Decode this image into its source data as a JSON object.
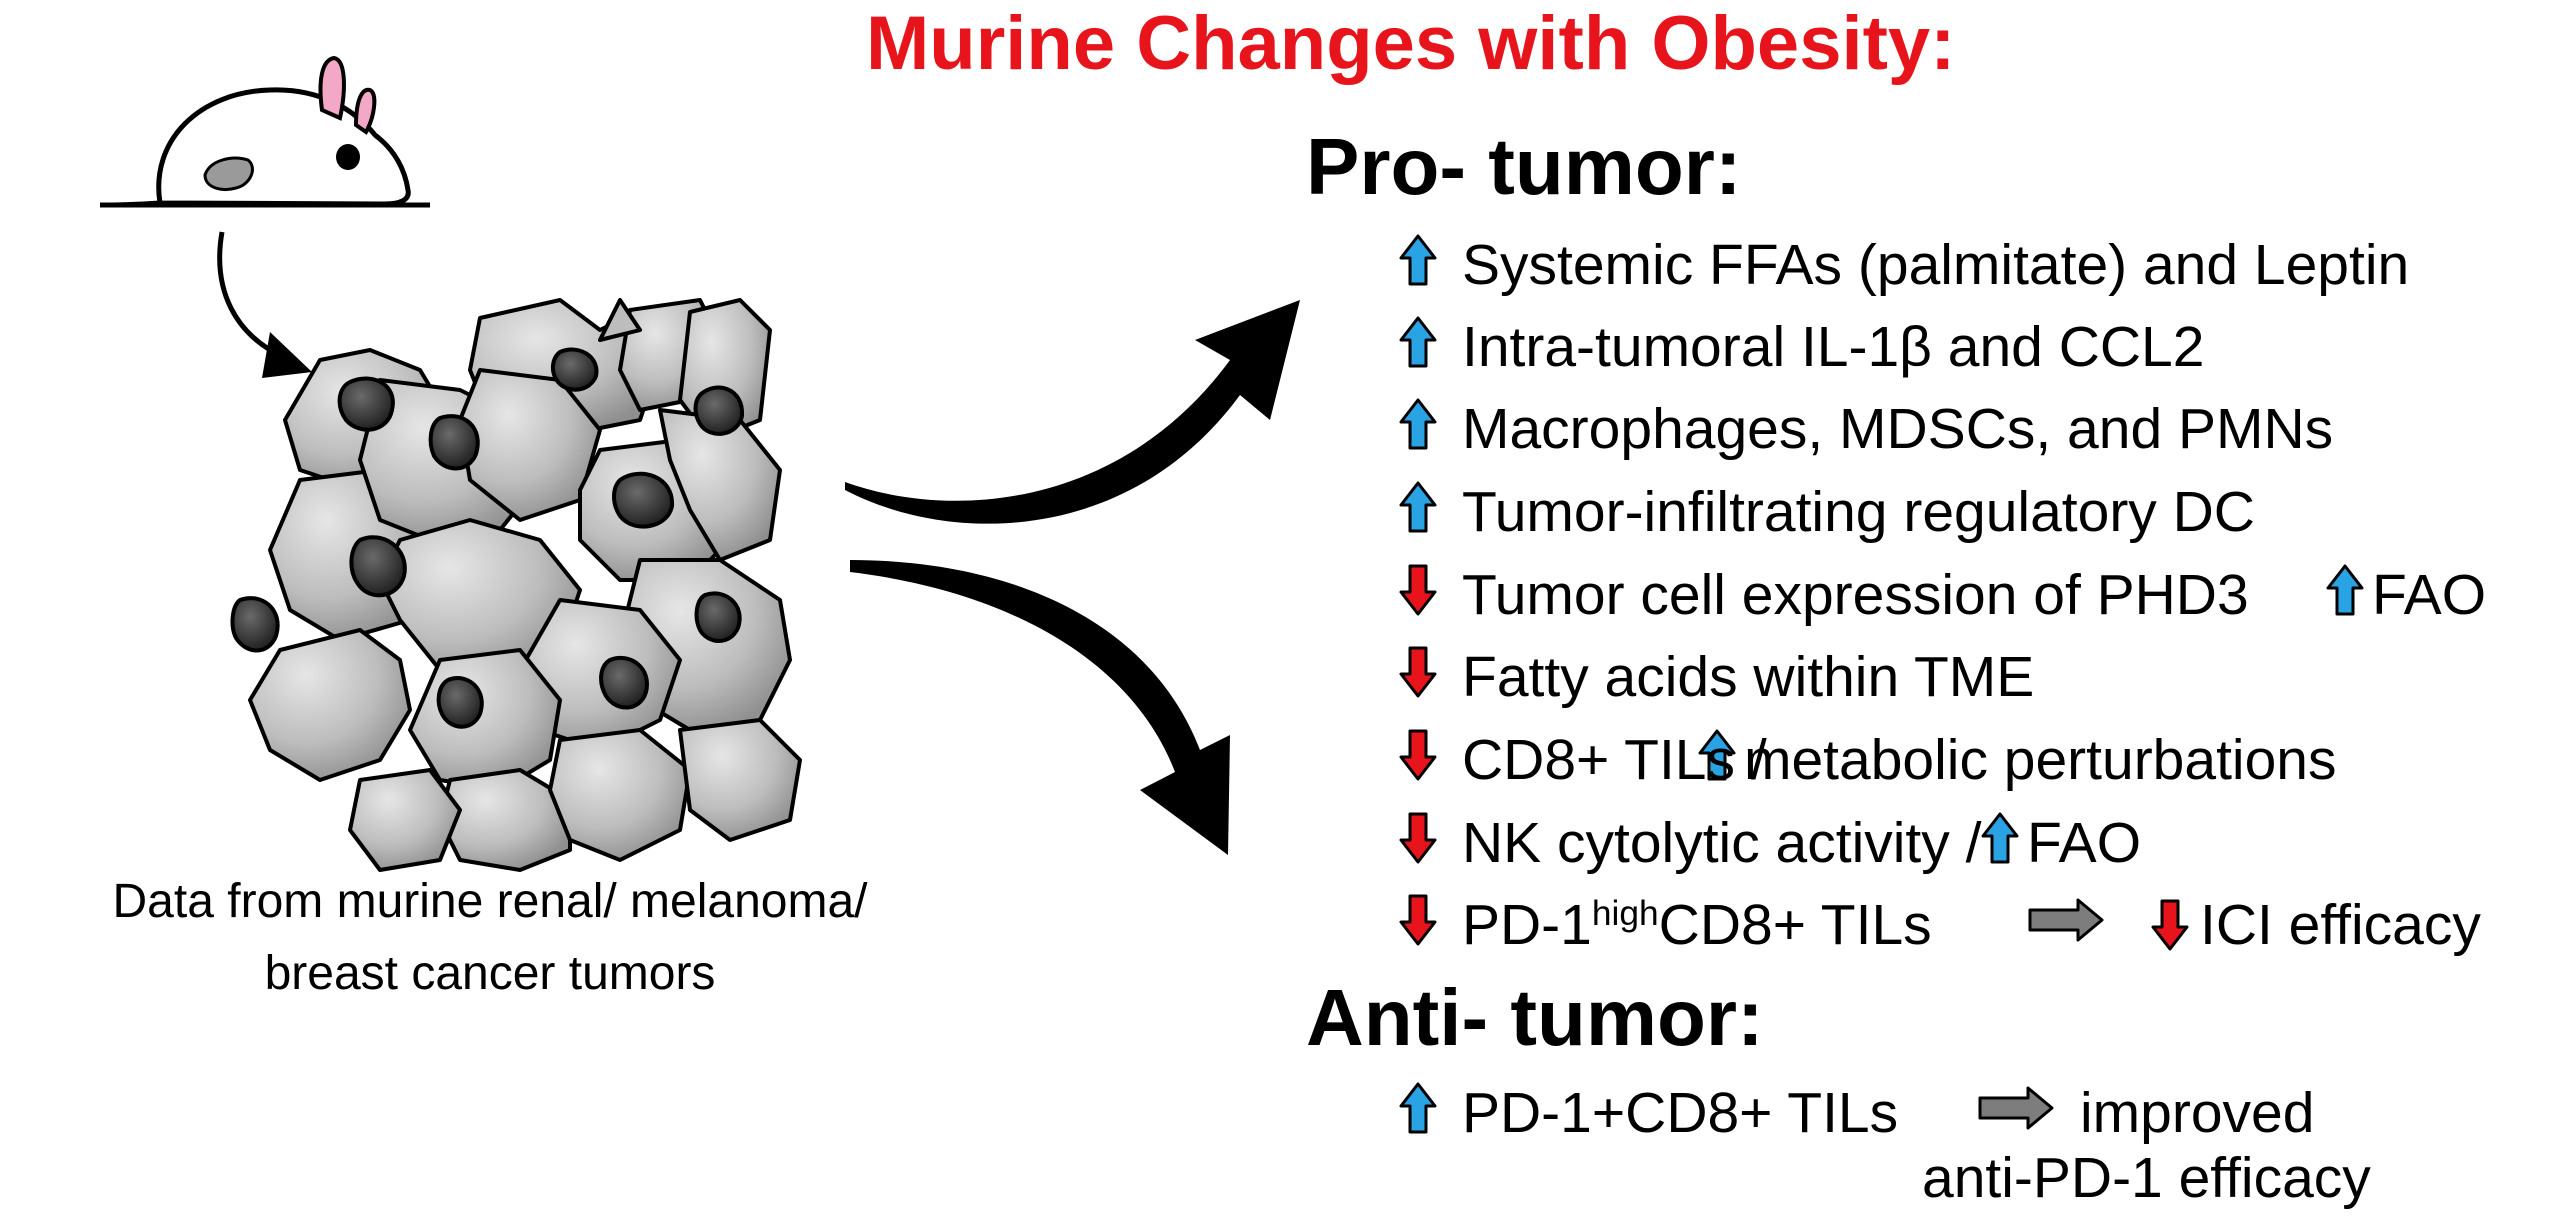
{
  "title": "Murine Changes with Obesity:",
  "caption": {
    "line1": "Data from murine renal/ melanoma/",
    "line2": "breast cancer tumors"
  },
  "pro_tumor": {
    "heading": "Pro- tumor:",
    "items": [
      {
        "arrow": "up",
        "text": "Systemic FFAs (palmitate) and Leptin"
      },
      {
        "arrow": "up",
        "text": "Intra-tumoral IL-1β and CCL2"
      },
      {
        "arrow": "up",
        "text": "Macrophages, MDSCs, and PMNs"
      },
      {
        "arrow": "up",
        "text": "Tumor-infiltrating regulatory DC"
      },
      {
        "arrow": "down",
        "text": "Tumor cell expression of PHD3",
        "arrow2": "up",
        "text2": "FAO"
      },
      {
        "arrow": "down",
        "text": "Fatty acids within TME"
      },
      {
        "arrow": "down",
        "text": "CD8+ TILs /",
        "arrow2": "up",
        "text2": "metabolic perturbations"
      },
      {
        "arrow": "down",
        "text": "NK cytolytic activity /",
        "arrow2": "up",
        "text2": "FAO"
      },
      {
        "arrow": "down",
        "text_pre": "PD-1",
        "text_sup": "high",
        "text_post": "CD8+ TILs",
        "arrow2": "down",
        "text2": "ICI efficacy"
      }
    ]
  },
  "anti_tumor": {
    "heading": "Anti- tumor:",
    "items": [
      {
        "arrow": "up",
        "text": "PD-1+CD8+ TILs",
        "text2": "improved",
        "text3": "anti-PD-1 efficacy"
      }
    ]
  },
  "colors": {
    "title": "#e8141c",
    "up_arrow": "#29a3e3",
    "down_arrow": "#e8141c",
    "gray_arrow": "#7d7d7d",
    "cell_fill": "#c4c4c4",
    "nucleus": "#3a3a3a",
    "mouse_ear": "#f4a8c8"
  }
}
